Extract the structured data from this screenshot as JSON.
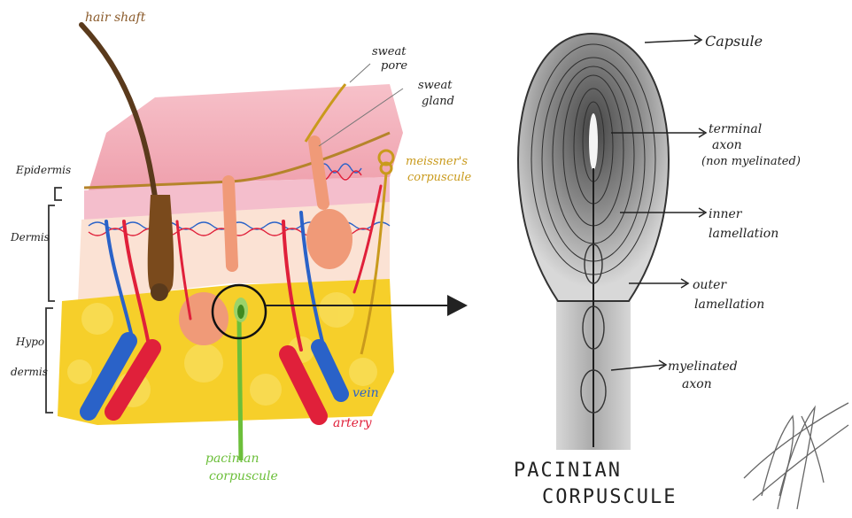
{
  "left_labels": {
    "hair_shaft": "hair shaft",
    "sweat_pore_1": "sweat",
    "sweat_pore_2": "pore",
    "sweat_gland_1": "sweat",
    "sweat_gland_2": "gland",
    "meissner_1": "meissner's",
    "meissner_2": "corpuscule",
    "epidermis": "Epidermis",
    "dermis": "Dermis",
    "hypodermis_1": "Hypo",
    "hypodermis_2": "dermis",
    "vein": "vein",
    "artery": "artery",
    "pacinian_1": "pacinian",
    "pacinian_2": "corpuscule"
  },
  "right_labels": {
    "capsule": "Capsule",
    "terminal_1": "terminal",
    "terminal_2": "axon",
    "terminal_3": "(non myelinated)",
    "inner_1": "inner",
    "inner_2": "lamellation",
    "outer_1": "outer",
    "outer_2": "lamellation",
    "myelinated_1": "myelinated",
    "myelinated_2": "axon",
    "title_1": "PACINIAN",
    "title_2": "CORPUSCULE"
  },
  "colors": {
    "hair": "#5a3a1c",
    "artery": "#e0203a",
    "vein": "#2a62c8",
    "fat": "#f6cf2a",
    "epidermis": "#f2a6b0",
    "dermis": "#f8d8c8",
    "gland": "#f09a78",
    "pacinian_green": "#6cbf3a",
    "meissner_gold": "#c99a1c",
    "sweat_brown": "#b8882a",
    "pencil": "#222222"
  }
}
